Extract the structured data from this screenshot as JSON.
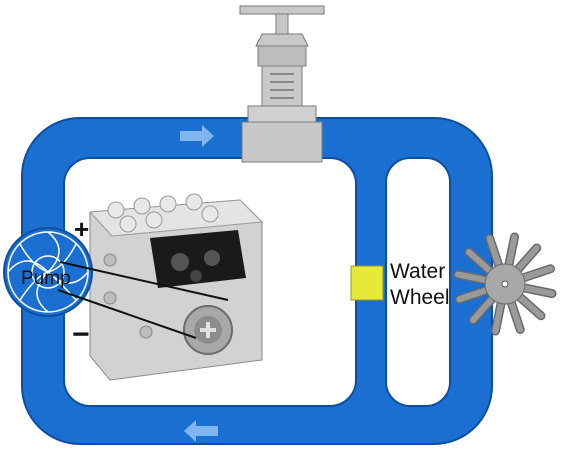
{
  "diagram": {
    "labels": {
      "pump": "Pump",
      "water_line1": "Water",
      "water_line2": "Wheel",
      "plus": "+",
      "minus": "−"
    },
    "colors": {
      "pipe": "#1a6fd1",
      "pipe_edge": "#0d4f9e",
      "arrow": "#7fb6f0",
      "valve": "#c8c8c8",
      "valve_edge": "#7a7a7a",
      "motor_body": "#cfcfcf",
      "motor_edge": "#8a8a8a",
      "sensor": "#e8e83a",
      "wheel": "#9a9a9a"
    },
    "icons": [
      "valve-icon",
      "motor-icon",
      "pump-icon",
      "water-wheel-icon",
      "flow-arrow-icon"
    ]
  }
}
